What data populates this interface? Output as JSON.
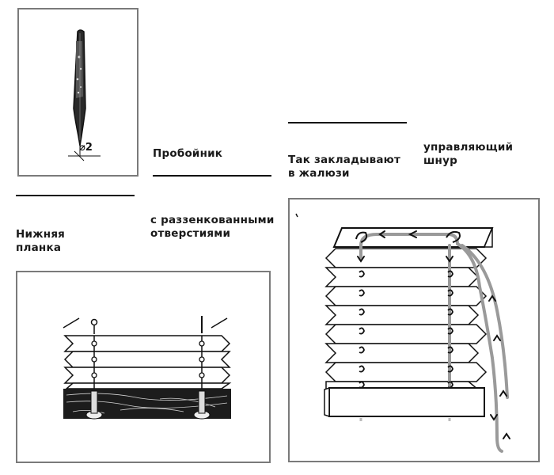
{
  "pen_panel": {
    "dimension_label": "⌀2"
  },
  "labels": {
    "punch": "Пробойник",
    "countersunk_line1": "с раззенкованными",
    "countersunk_line2": "отверстиями",
    "bottom_bar_line1": "Нижняя",
    "bottom_bar_line2": "планка",
    "insert_line1": "Так закладывают",
    "insert_line2": "в жалюзи",
    "cord_line1": "управляющий",
    "cord_line2": "шнур"
  },
  "colors": {
    "ink": "#111111",
    "frame": "#7a7a7a",
    "cord": "#9a9a9a"
  }
}
